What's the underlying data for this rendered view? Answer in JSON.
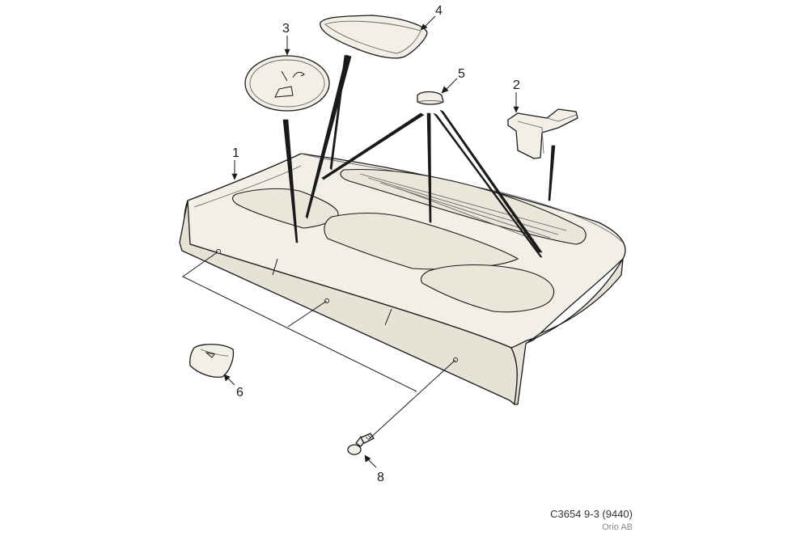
{
  "diagram": {
    "callouts": [
      "1",
      "2",
      "3",
      "4",
      "5",
      "6",
      "8"
    ],
    "caption": {
      "reference": "C3654 9-3 (9440)",
      "owner": "Orio AB"
    }
  }
}
